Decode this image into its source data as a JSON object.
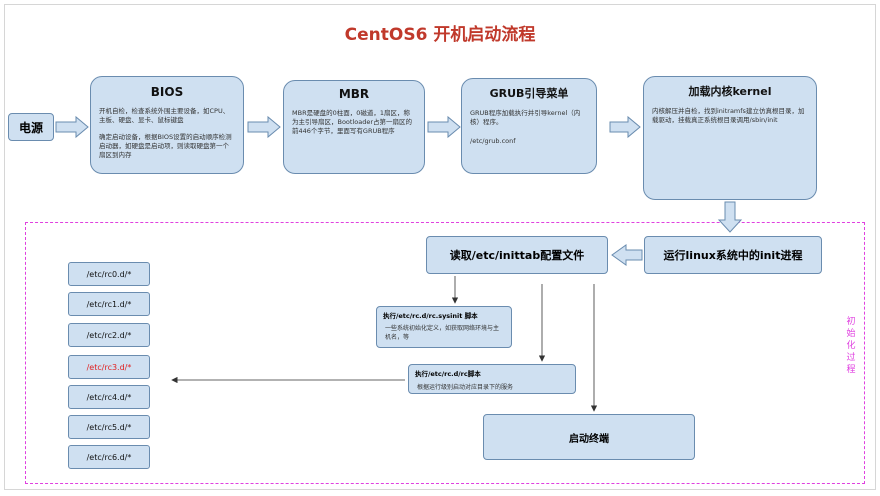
{
  "title": "CentOS6 开机启动流程",
  "power": {
    "label": "电源"
  },
  "bios": {
    "title": "BIOS",
    "text1": "开机自检，检查系统外围主要设备，如CPU、主板、硬盘、显卡、鼠标键盘",
    "text2": "确定启动设备，根据BIOS设置的启动顺序检测启动器，如硬盘是启动项，则读取硬盘第一个扇区到内存"
  },
  "mbr": {
    "title": "MBR",
    "text": "MBR是硬盘的0柱面，0磁道，1扇区，称为主引导扇区，Bootloader占第一扇区的前446个字节，里面写有GRUB程序"
  },
  "grub": {
    "title": "GRUB引导菜单",
    "text1": "GRUB程序加载执行并引导kernel（内核）程序。",
    "text2": "/etc/grub.conf"
  },
  "kernel": {
    "title": "加载内核kernel",
    "text": "内核解压并自检，找到initramfs建立仿真根目录，加载驱动，挂载真正系统根目录调用/sbin/init"
  },
  "init": {
    "label": "运行linux系统中的init进程"
  },
  "inittab": {
    "label": "读取/etc/inittab配置文件"
  },
  "sysinit": {
    "title": "执行/etc/rc.d/rc.sysinit 脚本",
    "text": "一些系统初始化定义，如获取网络环境与主机名，等"
  },
  "rcscript": {
    "title": "执行/etc/rc.d/rc脚本",
    "text": "根据运行级别启动对应目录下的服务"
  },
  "terminal": {
    "label": "启动终端"
  },
  "rc_dirs": [
    "/etc/rc0.d/*",
    "/etc/rc1.d/*",
    "/etc/rc2.d/*",
    "/etc/rc3.d/*",
    "/etc/rc4.d/*",
    "/etc/rc5.d/*",
    "/etc/rc6.d/*"
  ],
  "side_label": "初始化过程",
  "colors": {
    "title": "#c0392b",
    "box_fill": "#cfe0f1",
    "box_border": "#6a8caf",
    "dashed_border": "#e040e0",
    "highlight": "#e02020"
  }
}
